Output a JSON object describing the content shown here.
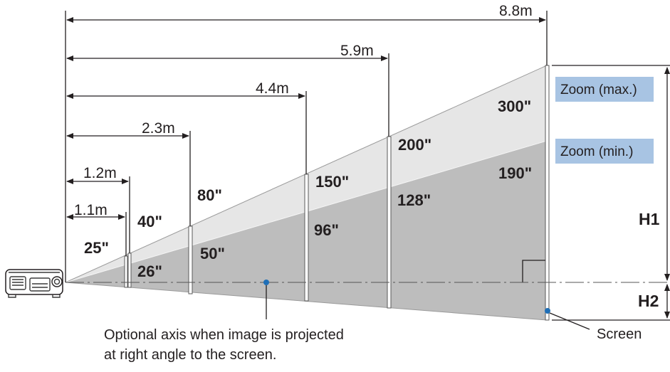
{
  "distances": [
    "1.1m",
    "1.2m",
    "2.3m",
    "4.4m",
    "5.9m",
    "8.8m"
  ],
  "zoom_max_sizes": [
    "40\"",
    "80\"",
    "150\"",
    "200\"",
    "300\""
  ],
  "zoom_min_sizes": [
    "25\"",
    "26\"",
    "50\"",
    "96\"",
    "128\"",
    "190\""
  ],
  "zoom_max_label": "Zoom (max.)",
  "zoom_min_label": "Zoom (min.)",
  "h1_label": "H1",
  "h2_label": "H2",
  "axis_note_line1": "Optional axis when image is projected",
  "axis_note_line2": "at right angle to the screen.",
  "screen_label": "Screen",
  "colors": {
    "zoom_max_area": "#e6e6e6",
    "zoom_min_area": "#bdbdbd",
    "label_box": "#a8c4e3",
    "leader_dot": "#1f6fb7"
  },
  "icons": [
    "projector-icon"
  ]
}
